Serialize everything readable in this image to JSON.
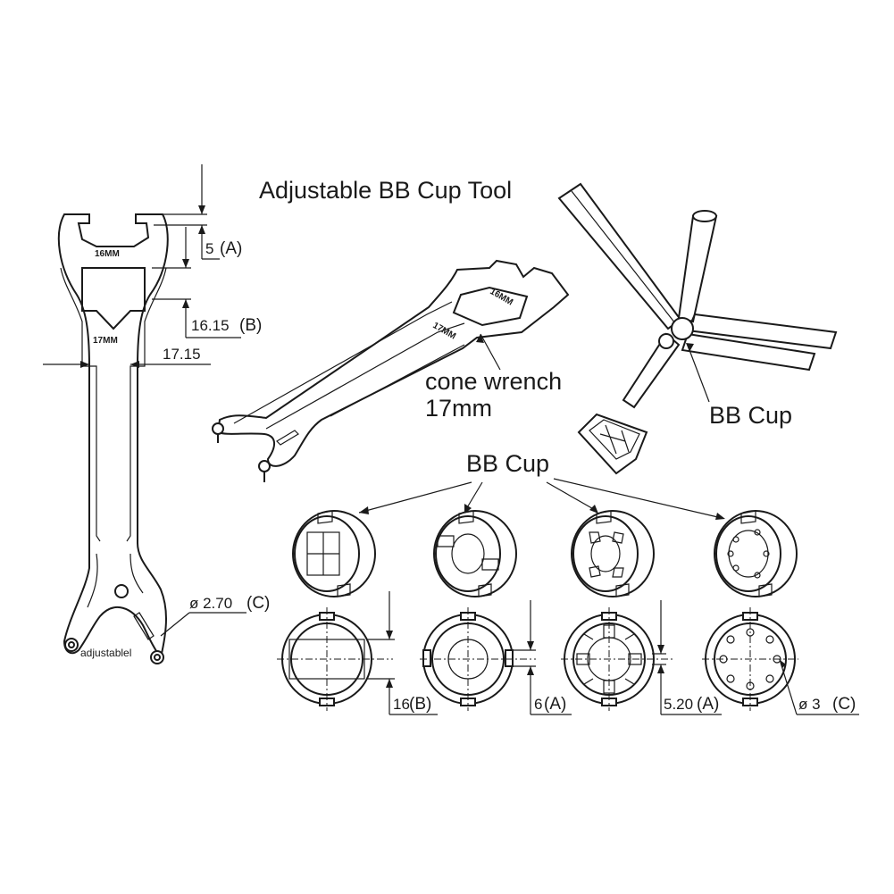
{
  "title": "Adjustable BB Cup Tool",
  "labels": {
    "cone_wrench": "cone wrench",
    "cone_wrench_size": "17mm",
    "bb_cup_right": "BB Cup",
    "bb_cup_center": "BB Cup",
    "adjustable": "adjustablel"
  },
  "wrench_engravings": {
    "top": "16MM",
    "bottom": "17MM",
    "iso_top": "16MM",
    "iso_bottom": "17MM"
  },
  "dimensions": {
    "a_value": "5",
    "a_tag": "(A)",
    "b_value": "16.15",
    "b_tag": "(B)",
    "width": "17.15",
    "c_value": "ø 2.70",
    "c_tag": "(C)",
    "cup1_value": "16",
    "cup1_tag": "(B)",
    "cup2_value": "6",
    "cup2_tag": "(A)",
    "cup3_value": "5.20",
    "cup3_tag": "(A)",
    "cup4_value": "ø 3",
    "cup4_tag": "(C)"
  }
}
